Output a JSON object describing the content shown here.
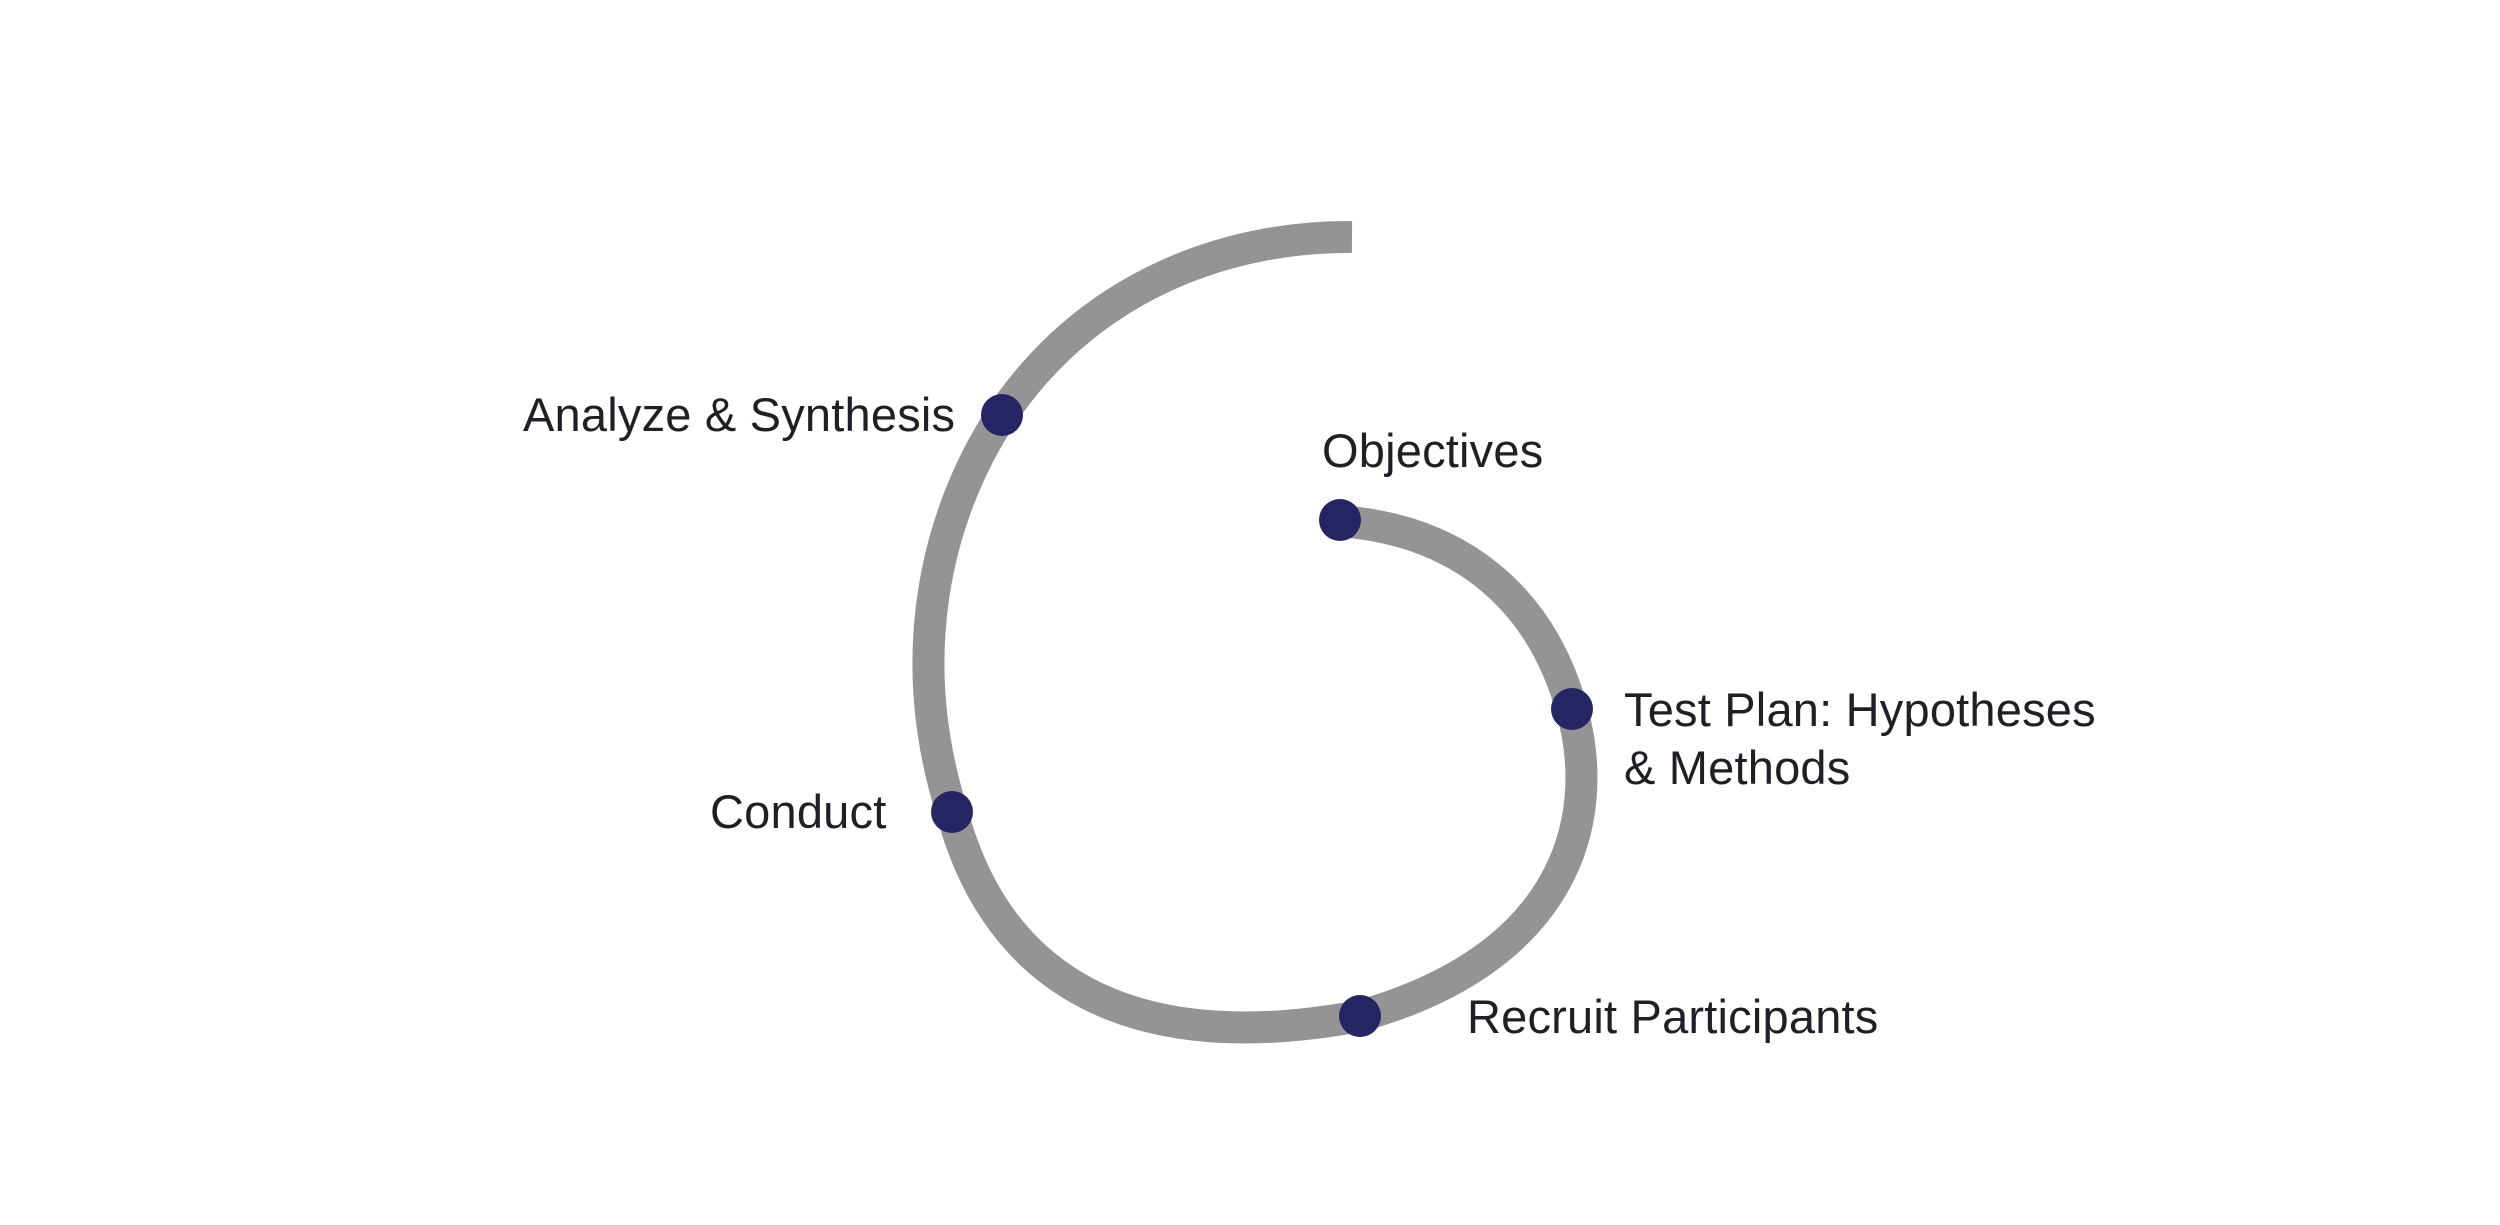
{
  "diagram": {
    "type": "spiral-process",
    "colors": {
      "track": "#949497",
      "node": "#262463",
      "text": "#1f1f25",
      "background": "#ffffff"
    },
    "steps": [
      {
        "label": "Objectives"
      },
      {
        "label_line1": "Test Plan: Hypotheses",
        "label_line2": "& Methods"
      },
      {
        "label": "Recruit Participants"
      },
      {
        "label": "Conduct"
      },
      {
        "label": "Analyze & Synthesis"
      }
    ]
  }
}
